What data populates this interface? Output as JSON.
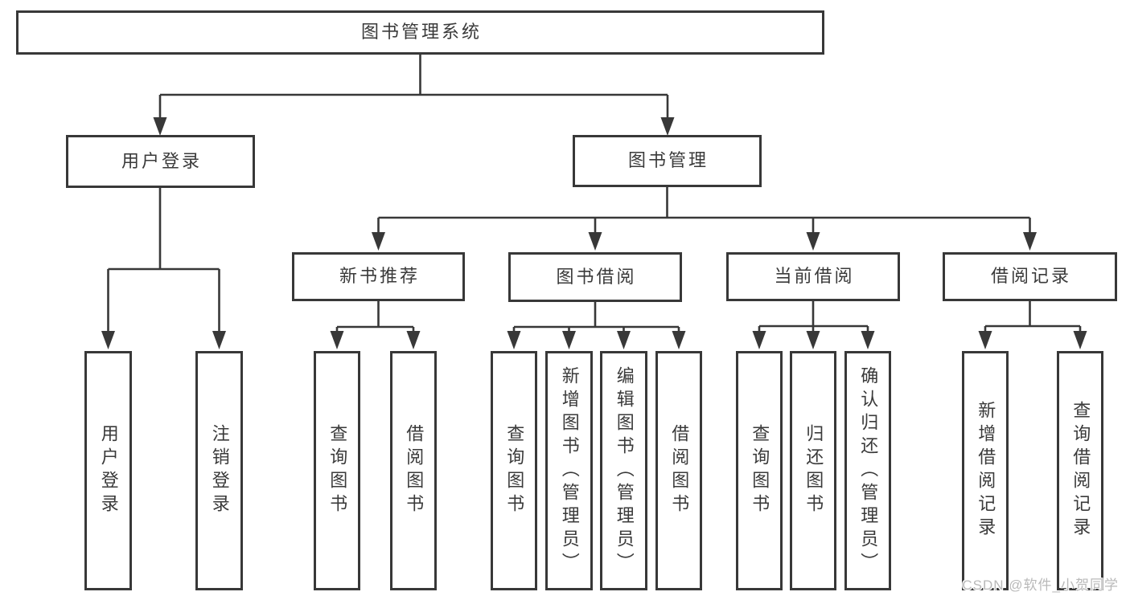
{
  "colors": {
    "line": "#383838",
    "text": "#3a3a3a",
    "background": "#ffffff",
    "watermark": "#b9b9b9"
  },
  "tree": {
    "root": {
      "label": "图书管理系统",
      "children": [
        {
          "label": "用户登录",
          "children": [
            {
              "label": "用户登录"
            },
            {
              "label": "注销登录"
            }
          ]
        },
        {
          "label": "图书管理",
          "children": [
            {
              "label": "新书推荐",
              "children": [
                {
                  "label": "查询图书"
                },
                {
                  "label": "借阅图书"
                }
              ]
            },
            {
              "label": "图书借阅",
              "children": [
                {
                  "label": "查询图书"
                },
                {
                  "label": "新增图书（管理员）"
                },
                {
                  "label": "编辑图书（管理员）"
                },
                {
                  "label": "借阅图书"
                }
              ]
            },
            {
              "label": "当前借阅",
              "children": [
                {
                  "label": "查询图书"
                },
                {
                  "label": "归还图书"
                },
                {
                  "label": "确认归还（管理员）"
                }
              ]
            },
            {
              "label": "借阅记录",
              "children": [
                {
                  "label": "新增借阅记录"
                },
                {
                  "label": "查询借阅记录"
                }
              ]
            }
          ]
        }
      ]
    }
  },
  "watermark": "CSDN @软件_小贺同学"
}
